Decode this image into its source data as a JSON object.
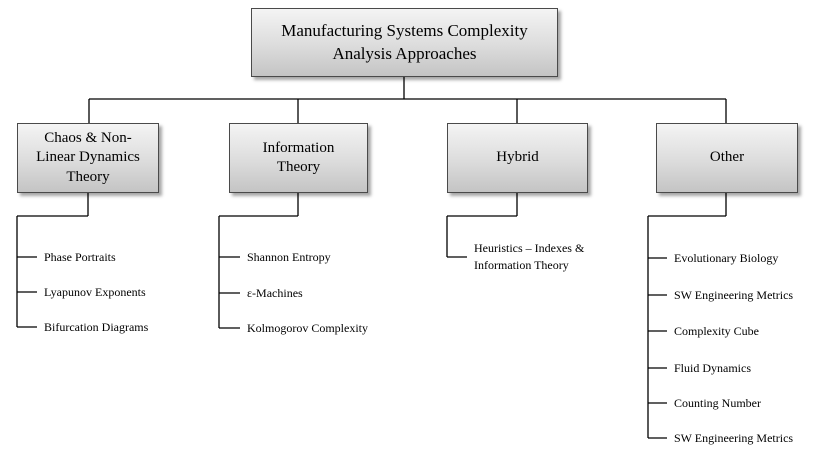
{
  "root": {
    "label": "Manufacturing Systems Complexity\nAnalysis Approaches"
  },
  "categories": [
    {
      "label": "Chaos & Non-\nLinear Dynamics\nTheory",
      "items": [
        "Phase Portraits",
        "Lyapunov  Exponents",
        "Bifurcation  Diagrams"
      ]
    },
    {
      "label": "Information\nTheory",
      "items": [
        "Shannon  Entropy",
        "ε-Machines",
        "Kolmogorov  Complexity"
      ]
    },
    {
      "label": "Hybrid",
      "items": [
        "Heuristics  – Indexes &\nInformation Theory"
      ]
    },
    {
      "label": "Other",
      "items": [
        "Evolutionary  Biology",
        "SW Engineering  Metrics",
        "Complexity  Cube",
        "Fluid  Dynamics",
        "Counting  Number",
        "SW Engineering  Metrics"
      ]
    }
  ],
  "colors": {
    "line": "#000000",
    "box_border": "#4a4a4a"
  }
}
